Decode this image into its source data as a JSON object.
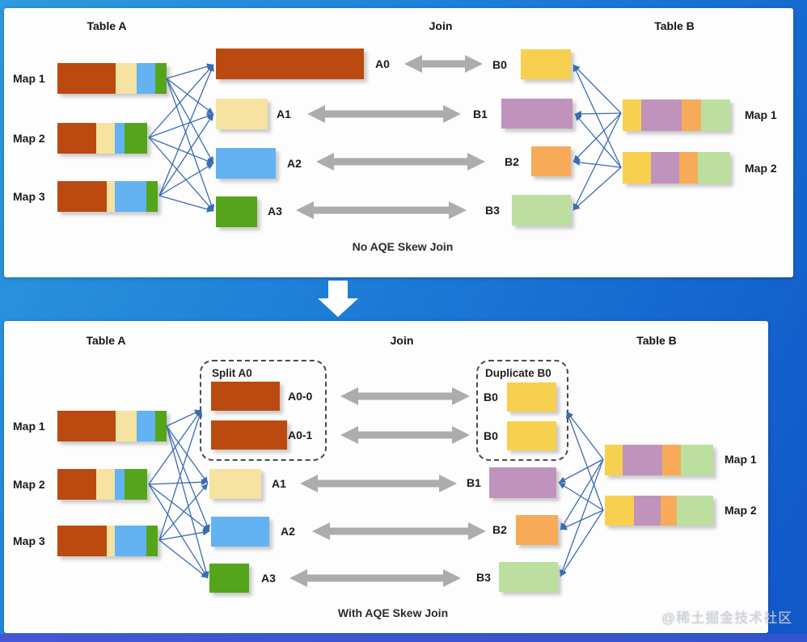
{
  "watermark": "@稀土掘金技术社区",
  "colors": {
    "table_a_skew_partition": "#BB4A10",
    "table_a_partition1": "#F6E3A2",
    "table_a_partition2": "#63B2F1",
    "table_a_partition3": "#54A41C",
    "table_b_partition0": "#F8D050",
    "table_b_partition1": "#BF93BB",
    "table_b_partition2": "#F7AB58",
    "table_b_partition3": "#BCDF9F",
    "connector_blue": "#3A6CB4",
    "join_arrow_gray": "#ACACAC",
    "background_blue": "#1C7CD6",
    "panel_white": "#FDFDFD"
  },
  "top_panel": {
    "table_a_title": "Table A",
    "join_title": "Join",
    "table_b_title": "Table B",
    "caption": "No AQE Skew Join",
    "left_maps": [
      {
        "label": "Map 1"
      },
      {
        "label": "Map 2"
      },
      {
        "label": "Map 3"
      }
    ],
    "right_maps": [
      {
        "label": "Map 1"
      },
      {
        "label": "Map 2"
      }
    ],
    "a_partitions": [
      {
        "label": "A0"
      },
      {
        "label": "A1"
      },
      {
        "label": "A2"
      },
      {
        "label": "A3"
      }
    ],
    "b_partitions": [
      {
        "label": "B0"
      },
      {
        "label": "B1"
      },
      {
        "label": "B2"
      },
      {
        "label": "B3"
      }
    ]
  },
  "bottom_panel": {
    "table_a_title": "Table A",
    "join_title": "Join",
    "table_b_title": "Table B",
    "caption": "With AQE Skew Join",
    "split_group_label": "Split A0",
    "duplicate_group_label": "Duplicate B0",
    "split_partitions": [
      {
        "label": "A0-0"
      },
      {
        "label": "A0-1"
      }
    ],
    "duplicate_partitions": [
      {
        "label": "B0"
      },
      {
        "label": "B0"
      }
    ],
    "left_maps": [
      {
        "label": "Map 1"
      },
      {
        "label": "Map 2"
      },
      {
        "label": "Map 3"
      }
    ],
    "right_maps": [
      {
        "label": "Map 1"
      },
      {
        "label": "Map 2"
      }
    ],
    "a_partitions": [
      {
        "label": "A1"
      },
      {
        "label": "A2"
      },
      {
        "label": "A3"
      }
    ],
    "b_partitions": [
      {
        "label": "B1"
      },
      {
        "label": "B2"
      },
      {
        "label": "B3"
      }
    ]
  }
}
